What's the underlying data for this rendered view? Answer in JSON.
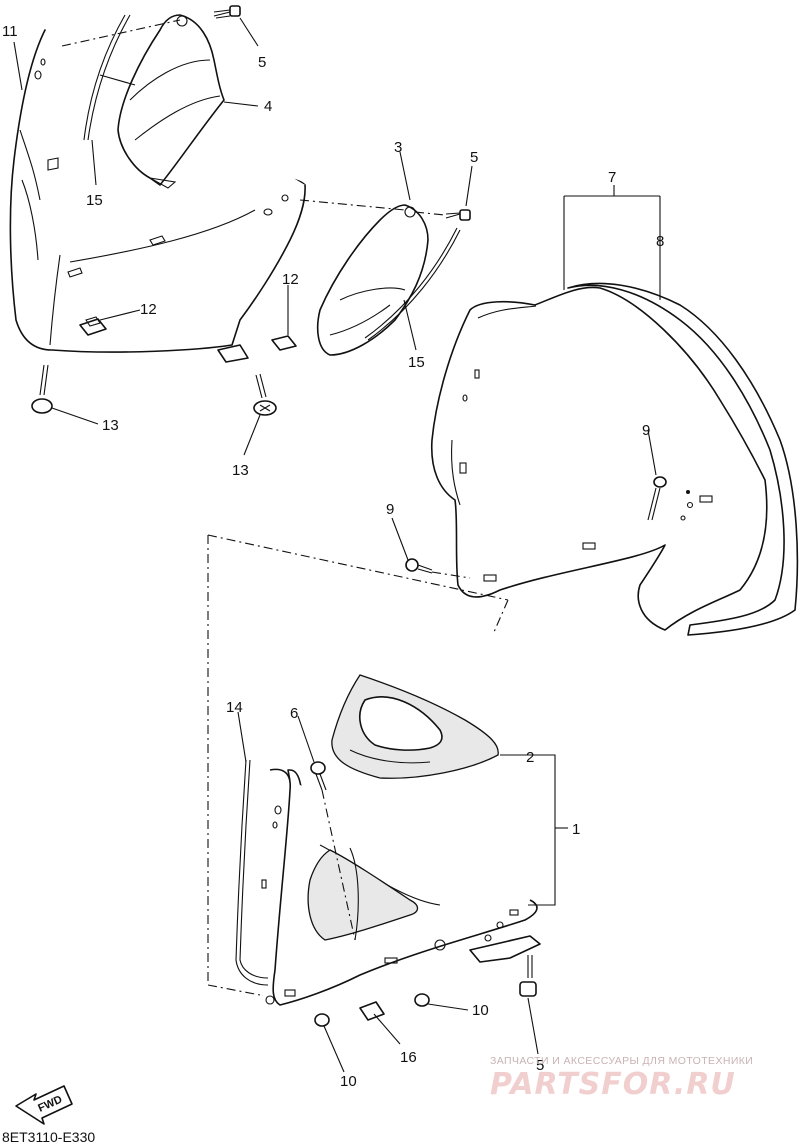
{
  "labels": {
    "l1": "1",
    "l2": "2",
    "l3": "3",
    "l4": "4",
    "l5a": "5",
    "l5b": "5",
    "l5c": "5",
    "l6": "6",
    "l7": "7",
    "l8": "8",
    "l9a": "9",
    "l9b": "9",
    "l10a": "10",
    "l10b": "10",
    "l11": "11",
    "l12a": "12",
    "l12b": "12",
    "l13a": "13",
    "l13b": "13",
    "l14": "14",
    "l15a": "15",
    "l15b": "15",
    "l16": "16"
  },
  "watermark": {
    "tagline": "ЗАПЧАСТИ И АКСЕССУАРЫ ДЛЯ МОТОТЕХНИКИ",
    "logo": "PARTSFOR.RU"
  },
  "fwd_label": "FWD",
  "diagram_code": "8ET3110-E330"
}
